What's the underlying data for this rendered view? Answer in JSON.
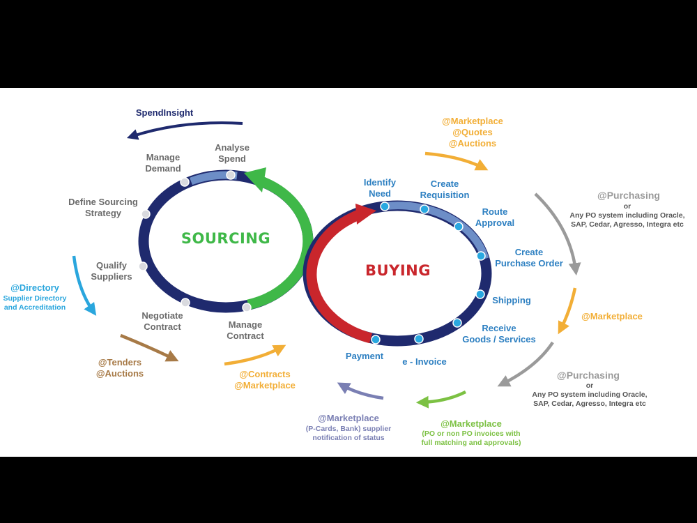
{
  "colors": {
    "navy": "#1f2a6e",
    "green": "#3fb848",
    "red": "#c9262c",
    "orange": "#f2ae36",
    "cyan": "#2aa6dd",
    "brown": "#a77a47",
    "gray": "#9a9a9a",
    "lime": "#7cc143",
    "lavender": "#7a7fb3",
    "label_gray": "#6b6b6b",
    "label_blue": "#2c7fc1"
  },
  "sourcing": {
    "title": "SOURCING",
    "steps": {
      "analyse_spend": "Analyse\nSpend",
      "manage_demand": "Manage\nDemand",
      "define_strategy": "Define Sourcing\nStrategy",
      "qualify_suppliers": "Qualify\nSuppliers",
      "negotiate_contract": "Negotiate\nContract",
      "manage_contract": "Manage\nContract"
    }
  },
  "buying": {
    "title": "BUYING",
    "steps": {
      "identify_need": "Identify\nNeed",
      "create_requisition": "Create\nRequisition",
      "route_approval": "Route\nApproval",
      "create_po": "Create\nPurchase Order",
      "shipping": "Shipping",
      "receive_goods": "Receive\nGoods / Services",
      "e_invoice": "e - Invoice",
      "payment": "Payment"
    }
  },
  "tools": {
    "spendinsight": "SpendInsight",
    "marketplace_quotes_auctions": "@Marketplace\n@Quotes\n@Auctions",
    "purchasing_1_title": "@Purchasing",
    "purchasing_1_note": "or\nAny PO system including Oracle,\nSAP, Cedar, Agresso, Integra etc",
    "marketplace_po": "@Marketplace",
    "purchasing_2_title": "@Purchasing",
    "purchasing_2_note": "or\nAny PO system including Oracle,\nSAP, Cedar, Agresso, Integra etc",
    "marketplace_invoice_title": "@Marketplace",
    "marketplace_invoice_note": "(PO or non PO invoices with\nfull matching and approvals)",
    "marketplace_payment_title": "@Marketplace",
    "marketplace_payment_note": "(P-Cards, Bank) supplier\nnotification of status",
    "contracts_marketplace": "@Contracts\n@Marketplace",
    "tenders_auctions": "@Tenders\n@Auctions",
    "directory_title": "@Directory",
    "directory_note": "Supplier Directory\nand Accreditation"
  }
}
